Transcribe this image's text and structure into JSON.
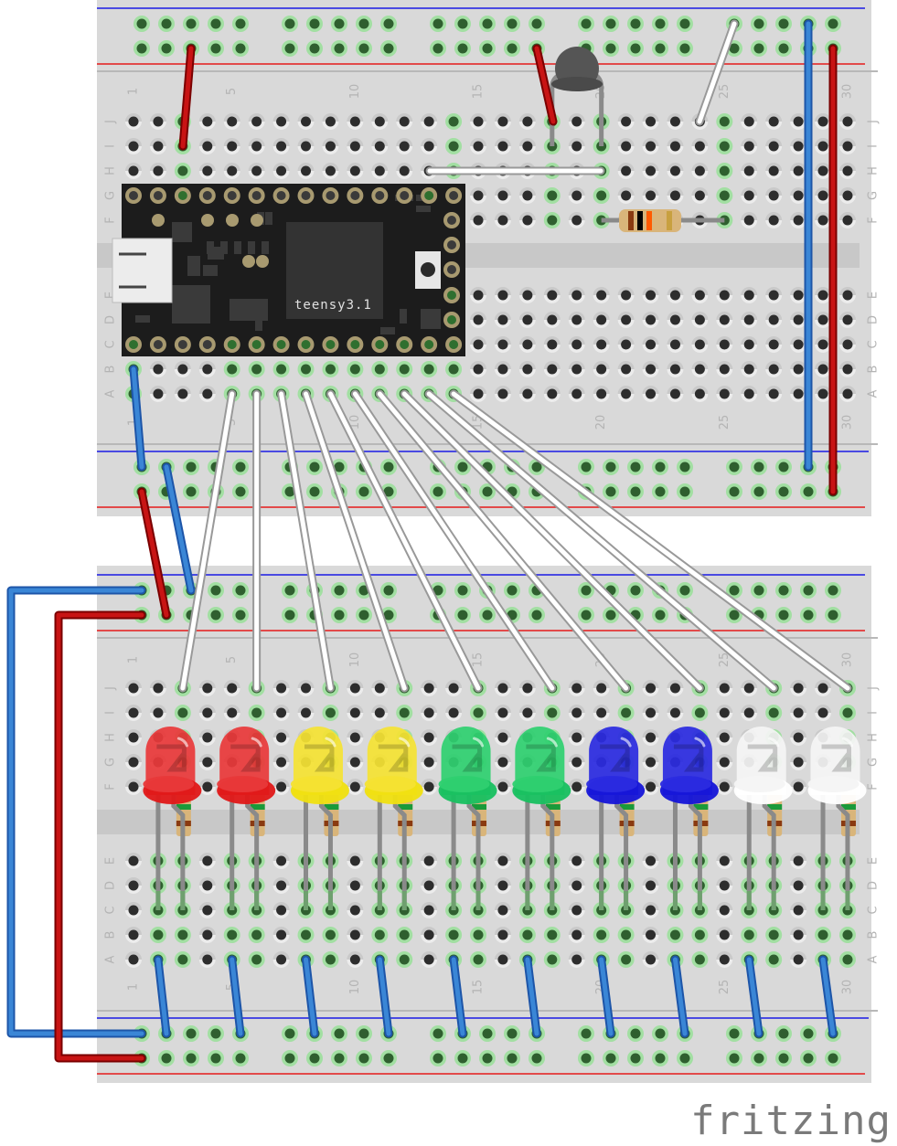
{
  "app": {
    "logo_text": "fritzing"
  },
  "teensy": {
    "label": "teensy3.1"
  },
  "breadboard": {
    "columns": 30,
    "column_labels": [
      "1",
      "5",
      "10",
      "15",
      "20",
      "25",
      "30"
    ],
    "column_label_values": [
      1,
      5,
      10,
      15,
      20,
      25,
      30
    ],
    "rows_upper": [
      "J",
      "I",
      "H",
      "G",
      "F"
    ],
    "rows_lower": [
      "E",
      "D",
      "C",
      "B",
      "A"
    ]
  },
  "colors": {
    "board": "#d9d9d9",
    "trench": "#c8c8c8",
    "rail_blue": "#1a1ae6",
    "rail_red": "#e61a1a",
    "hole": "#2d2d2d",
    "hole_connected": "#2f5f2f",
    "hole_glow": "#8fe08f",
    "wire_red": "#c81414",
    "wire_blue": "#3a86d6",
    "wire_white": "#ffffff",
    "teensy": "#1c1c1c"
  },
  "leds": [
    {
      "color": "red",
      "body": "#e8393a",
      "rim": "#e01818",
      "col": 2
    },
    {
      "color": "red",
      "body": "#e8393a",
      "rim": "#e01818",
      "col": 5
    },
    {
      "color": "yellow",
      "body": "#f4e234",
      "rim": "#f0e010",
      "col": 8
    },
    {
      "color": "yellow",
      "body": "#f4e234",
      "rim": "#f0e010",
      "col": 11
    },
    {
      "color": "green",
      "body": "#2fd070",
      "rim": "#18c060",
      "col": 14
    },
    {
      "color": "green",
      "body": "#2fd070",
      "rim": "#18c060",
      "col": 17
    },
    {
      "color": "blue",
      "body": "#2b2be0",
      "rim": "#1515d8",
      "col": 20
    },
    {
      "color": "blue",
      "body": "#2b2be0",
      "rim": "#1515d8",
      "col": 23
    },
    {
      "color": "white",
      "body": "#f4f4f4",
      "rim": "#ffffff",
      "col": 26
    },
    {
      "color": "white",
      "body": "#f4f4f4",
      "rim": "#ffffff",
      "col": 29
    }
  ],
  "signal_wires": [
    {
      "from_col": 5,
      "to_col": 3
    },
    {
      "from_col": 6,
      "to_col": 6
    },
    {
      "from_col": 7,
      "to_col": 9
    },
    {
      "from_col": 8,
      "to_col": 12
    },
    {
      "from_col": 9,
      "to_col": 15
    },
    {
      "from_col": 10,
      "to_col": 18
    },
    {
      "from_col": 11,
      "to_col": 21
    },
    {
      "from_col": 12,
      "to_col": 24
    },
    {
      "from_col": 13,
      "to_col": 27
    },
    {
      "from_col": 14,
      "to_col": 30
    }
  ],
  "components": {
    "thermistor": {
      "name": "thermistor",
      "col_a": 18,
      "col_b": 20
    },
    "resistor": {
      "name": "resistor",
      "col_a": 20,
      "col_b": 25,
      "bands": [
        "#8a3a10",
        "#000000",
        "#ff5a00",
        "#c8a040"
      ]
    }
  }
}
